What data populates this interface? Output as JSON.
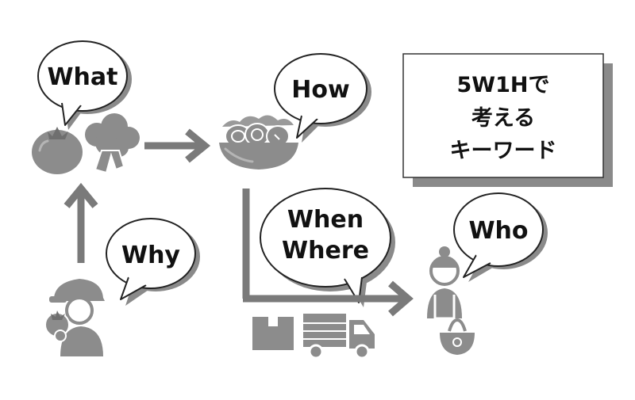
{
  "bubbles": {
    "what": "What",
    "how": "How",
    "why": "Why",
    "when": "When",
    "where": "Where",
    "who": "Who"
  },
  "title_box": {
    "line1": "5W1Hで",
    "line2": "考える",
    "line3": "キーワード"
  },
  "colors": {
    "ink": "#111111",
    "arrow": "#7a7a7a",
    "shadow": "#8a8a8a",
    "figure": "#8c8c8c",
    "figure_dark": "#6f6f6f"
  }
}
